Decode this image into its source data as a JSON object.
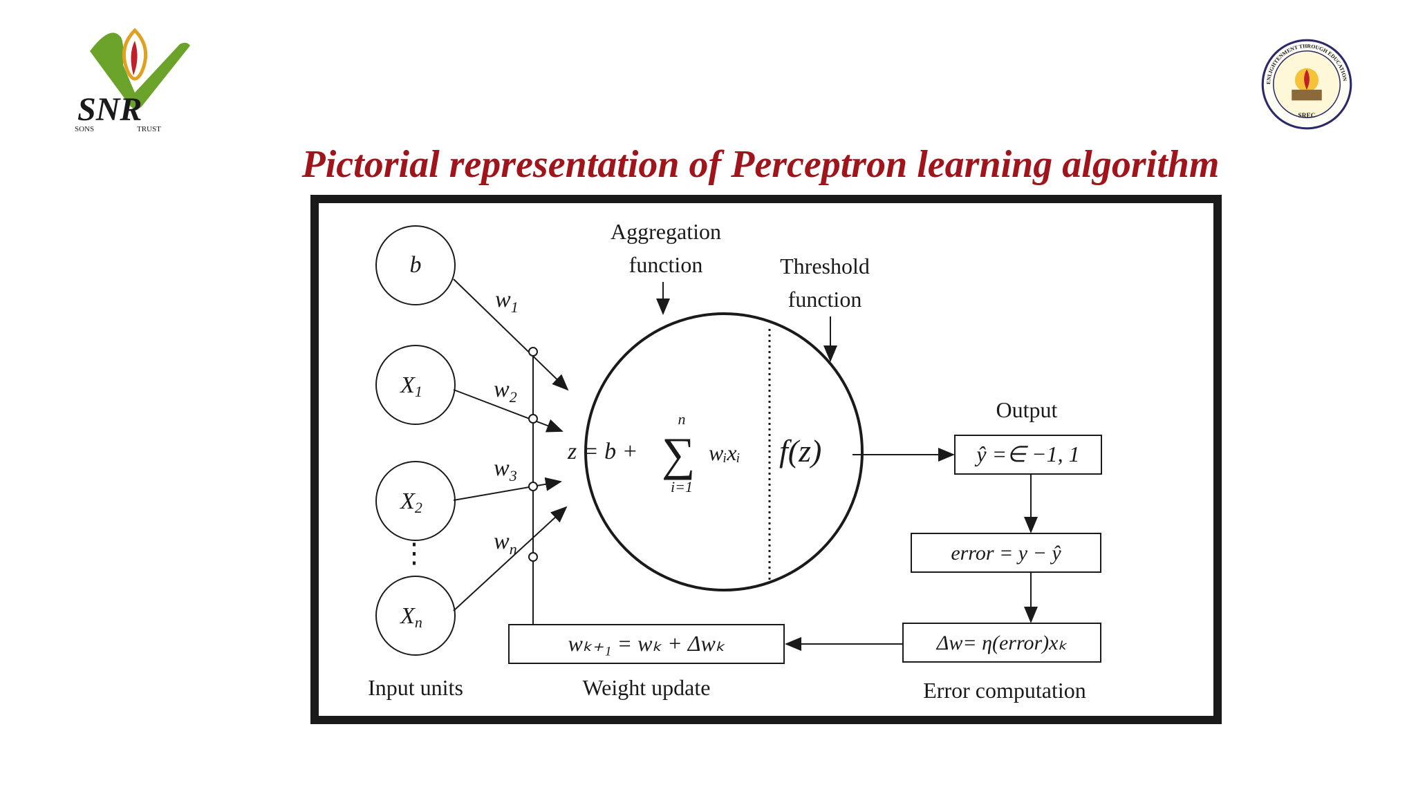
{
  "logos": {
    "left": {
      "text": "SNR",
      "sub_left": "SONS",
      "sub_right": "TRUST"
    },
    "right": {
      "ring_text": "ENLIGHTENMENT THROUGH EDUCATION",
      "bottom_text": "SREC"
    }
  },
  "title": "Pictorial representation of Perceptron learning algorithm",
  "diagram": {
    "inputs": {
      "bias": "b",
      "x1": "X",
      "x1_sub": "1",
      "x2": "X",
      "x2_sub": "2",
      "xn": "X",
      "xn_sub": "n",
      "dots": "⋮"
    },
    "weights": {
      "w1": "w",
      "w1_sub": "1",
      "w2": "w",
      "w2_sub": "2",
      "w3": "w",
      "w3_sub": "3",
      "wn": "w",
      "wn_sub": "n"
    },
    "aggregation_label_1": "Aggregation",
    "aggregation_label_2": "function",
    "threshold_label_1": "Threshold",
    "threshold_label_2": "function",
    "sum_formula_left": "z = b +",
    "sum_upper": "n",
    "sum_lower": "i=1",
    "sum_term": "wᵢxᵢ",
    "activation": "f(z)",
    "output_label": "Output",
    "output_box": "ŷ =∈ −1, 1",
    "error_box": "error = y − ŷ",
    "delta_box": "Δw= η(error)xₖ",
    "update_box": "wₖ₊₁ = wₖ + Δwₖ",
    "bottom_labels": {
      "input_units": "Input units",
      "weight_update": "Weight update",
      "error_computation": "Error computation"
    }
  },
  "colors": {
    "title": "#a0151c",
    "frame": "#1a1a1a"
  }
}
